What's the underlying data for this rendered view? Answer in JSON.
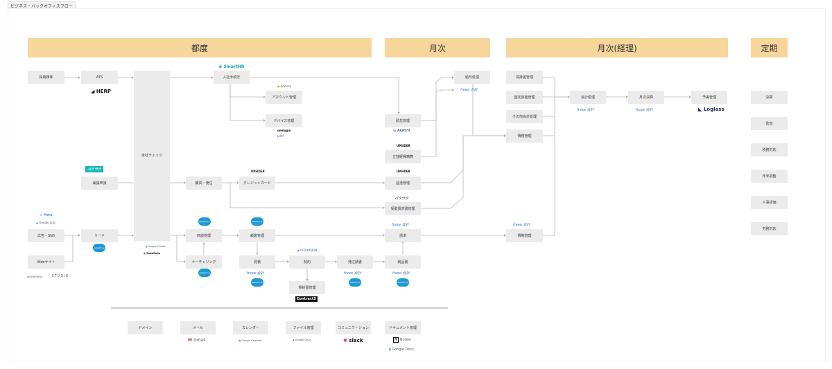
{
  "tab": "ビジネス・バックオフィスフロー",
  "headers": {
    "tsudo": "都度",
    "getsuji": "月次",
    "getsuji_keiri": "月次(経理)",
    "teiki": "定期"
  },
  "boxes": {
    "saiyo": "採用媒体",
    "ats": "ATS",
    "shanai": "全社チェック",
    "nyusha": "入社手続き",
    "account": "アカウント管理",
    "device": "デバイス管理",
    "kinmu": "勤怠管理",
    "tatekae": "立替経費精算",
    "kyuyo": "給与処理",
    "ringi": "稟議申請",
    "konyu": "購買・発注",
    "credit": "クレジットカード",
    "shoko": "証憑管理",
    "juryo": "受取請求書管理",
    "seikyu": "請求",
    "koukoku": "広告・SNS",
    "lead": "リード",
    "web": "Webサイト",
    "shoudan": "商談管理",
    "nurture": "ナーチャリング",
    "kokyaku": "顧客管理",
    "mitsumori": "見積",
    "keiyaku": "契約",
    "keiyakusho": "契約書管理",
    "hacchu": "発注請書",
    "nouhin": "納品書",
    "kaikei": "会計処理",
    "getsuji_kessan": "月次決算",
    "yojitsu": "予実管理",
    "kaikake": "買掛金管理",
    "kotei": "固定資産管理",
    "sonota": "その他会計処理",
    "saimu": "債務管理",
    "saiken": "債権管理"
  },
  "teiki_items": [
    "決算",
    "監査",
    "税務対応",
    "年末調整",
    "人事評価",
    "労務対応"
  ],
  "bottom_items": [
    "ドメイン",
    "メール",
    "カレンダー",
    "ファイル管理",
    "コミュニケーション",
    "ドキュメント管理"
  ],
  "tools": {
    "herp": "HERP",
    "smarthr": "SmartHR",
    "admina": "Admina",
    "onelogin": "onelogin",
    "jamf": "jamf",
    "akashi": "AKASHI",
    "upsider": "UPSIDER",
    "freee": "freee 会計",
    "loglass": "Loglass",
    "bakuraku": "バクラク",
    "meta": "Meta",
    "google_ads": "Google 広告",
    "wordpress": "WORDPRESS",
    "studio": "STUDIO",
    "salesforce": "salesforce",
    "google_sheets": "Google Sheets",
    "robotrobo": "RoboRobo",
    "cloudsign": "CLOUDSIGN",
    "contracts": "ContractS",
    "gmail": "Gmail",
    "google_calendar": "Google Calendar",
    "google_drive": "Google Drive",
    "slack": "slack",
    "notion": "Notion",
    "google_docs": "Google Docs"
  },
  "colors": {
    "header": "#f7d69c",
    "box": "#ebebeb",
    "line": "#b5b5b5",
    "freee": "#2d6fd1",
    "salesforce": "#1d9ad6"
  }
}
